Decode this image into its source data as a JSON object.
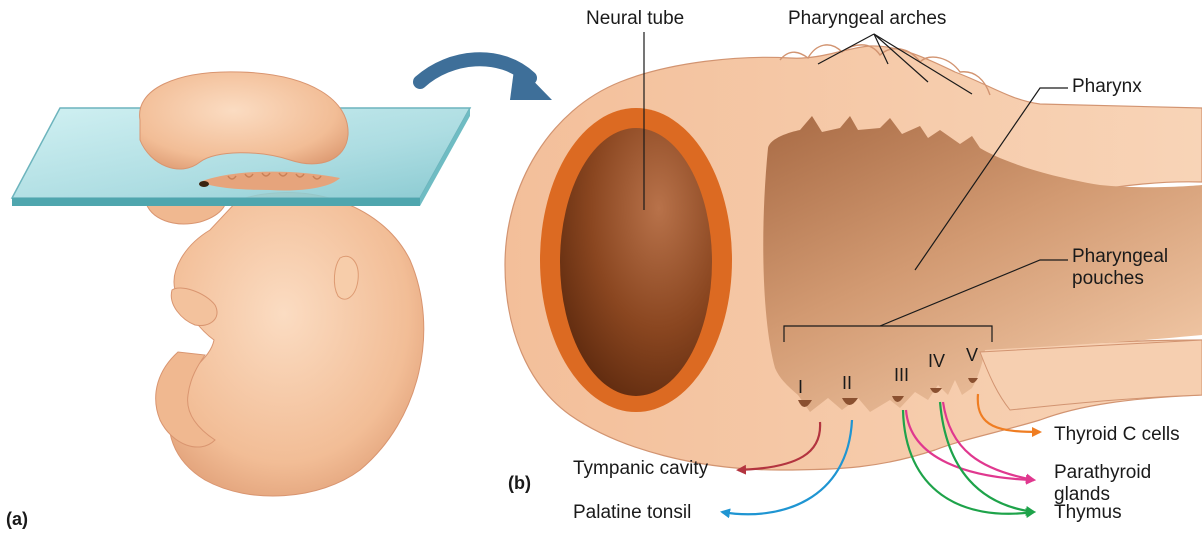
{
  "panels": {
    "a": "(a)",
    "b": "(b)"
  },
  "labels": {
    "neural_tube": "Neural tube",
    "pharyngeal_arches": "Pharyngeal arches",
    "pharynx": "Pharynx",
    "pharyngeal_pouches_line1": "Pharyngeal",
    "pharyngeal_pouches_line2": "pouches"
  },
  "pouch_numerals": [
    "I",
    "II",
    "III",
    "IV",
    "V"
  ],
  "derivatives": {
    "tympanic_cavity": "Tympanic cavity",
    "palatine_tonsil": "Palatine tonsil",
    "thyroid_c_cells": "Thyroid C cells",
    "parathyroid_line1": "Parathyroid",
    "parathyroid_line2": "glands",
    "thymus": "Thymus"
  },
  "colors": {
    "tissue": "#f5c9a6",
    "tissue_shadow": "#e3a57d",
    "neural_tube_wall": "#dc6a22",
    "neural_tube_lumen": "#6e3414",
    "pharynx_cavity": "#c8875a",
    "glass_plate": "#9fd7dd",
    "arrow_blue": "#3e6f99",
    "tympanic_arrow": "#b3343f",
    "palatine_arrow": "#1f95d2",
    "thyroid_arrow": "#ef7d22",
    "parathyroid_arrow": "#e0388f",
    "thymus_arrow": "#1ea34a"
  }
}
